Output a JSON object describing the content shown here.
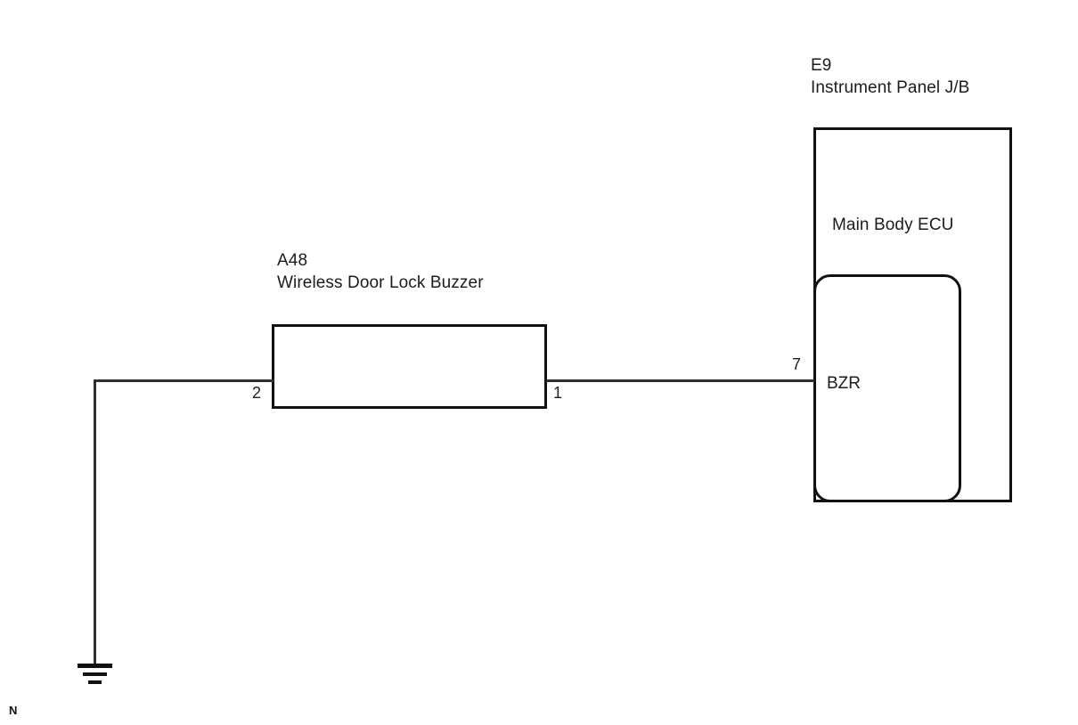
{
  "diagram": {
    "title": "Wireless Door Lock Buzzer wiring diagram",
    "sheet_mark": "N",
    "colors": {
      "line": "#111111",
      "wire": "#303030",
      "text": "#1c1c1c",
      "background": "#ffffff"
    },
    "components": [
      {
        "id": "A48",
        "code": "A48",
        "name": "Wireless Door Lock Buzzer",
        "shape": "rectangle",
        "pins": [
          {
            "number": "2",
            "side": "left"
          },
          {
            "number": "1",
            "side": "right"
          }
        ]
      },
      {
        "id": "E9",
        "code": "E9",
        "name": "Instrument Panel J/B",
        "shape": "rectangle",
        "inner_label": "Main Body ECU",
        "connector": {
          "shape": "rounded-rectangle",
          "terminal_label": "BZR",
          "pin_number": "7"
        }
      }
    ],
    "ground": {
      "symbol": "chassis-ground",
      "bars": 3
    },
    "connections": [
      {
        "from": "A48 pin 1",
        "to": "E9 pin 7 (BZR)"
      },
      {
        "from": "A48 pin 2",
        "to": "chassis ground"
      }
    ]
  },
  "labels": {
    "e9_code": "E9",
    "e9_name": "Instrument Panel J/B",
    "a48_code": "A48",
    "a48_name": "Wireless Door Lock Buzzer",
    "main_body_ecu": "Main Body ECU",
    "bzr": "BZR",
    "pin_7": "7",
    "pin_1": "1",
    "pin_2": "2",
    "sheet_mark": "N"
  }
}
